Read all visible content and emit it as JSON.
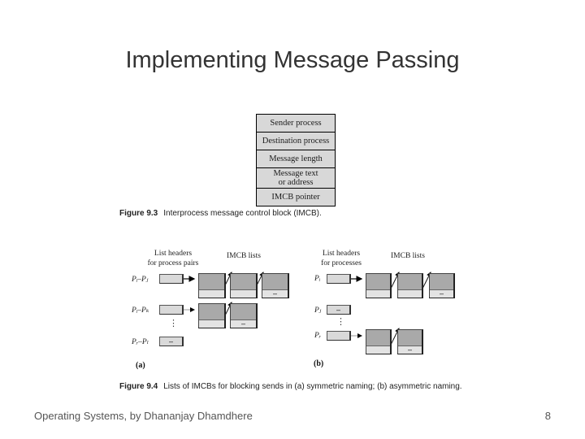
{
  "slide": {
    "title": "Implementing Message Passing",
    "footer": "Operating Systems, by Dhananjay Dhamdhere",
    "page_number": "8"
  },
  "imcb_table": {
    "rows": {
      "r0": "Sender process",
      "r1": "Destination process",
      "r2": "Message length",
      "r3": "Message text\nor address",
      "r4": "IMCB pointer"
    }
  },
  "fig93": {
    "label": "Figure 9.3",
    "caption": "Interprocess message control block (IMCB)."
  },
  "fig94": {
    "label": "Figure 9.4",
    "caption": "Lists of IMCBs for blocking sends in (a) symmetric naming; (b) asymmetric naming.",
    "null_symbol": "–",
    "dots": "⋮",
    "panel_a": {
      "col1_header": "List headers\nfor process pairs",
      "col2_header": "IMCB lists",
      "row1_label": "Pᵢ–Pⱼ",
      "row2_label": "Pᵢ–Pₖ",
      "row3_label": "Pᵣ–Pₗ",
      "panel_label": "(a)"
    },
    "panel_b": {
      "col1_header": "List headers\nfor processes",
      "col2_header": "IMCB lists",
      "row1_label": "Pᵢ",
      "row2_label": "Pⱼ",
      "row3_label": "Pᵣ",
      "panel_label": "(b)"
    }
  },
  "colors": {
    "box_top": "#a9a9a9",
    "box_bottom": "#e3e3e3",
    "header_box_fill": "#d9d9d9",
    "table_fill": "#d8d8d8",
    "title_color": "#333333",
    "footer_color": "#555555"
  }
}
